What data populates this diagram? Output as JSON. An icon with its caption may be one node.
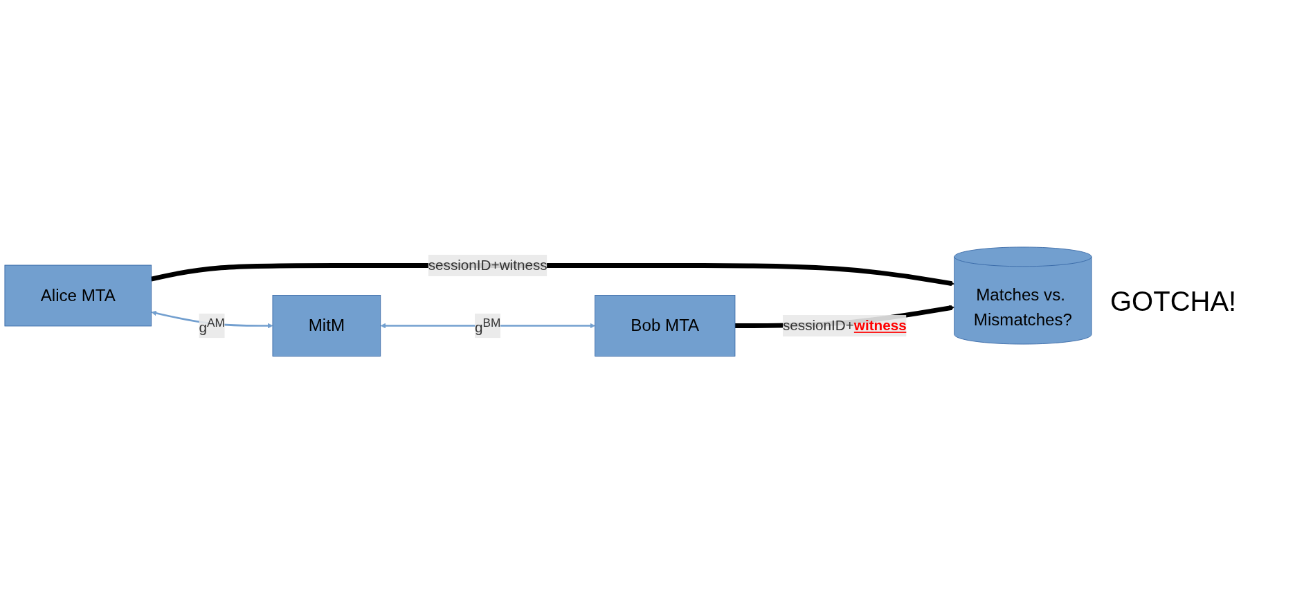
{
  "diagram": {
    "nodes": [
      {
        "text": [
          "Alice MTA"
        ]
      },
      {
        "text": [
          "MitM"
        ]
      },
      {
        "text": [
          "Bob MTA"
        ]
      },
      {
        "text": [
          "Matches vs. Mismatches?"
        ]
      }
    ],
    "edges": [
      {
        "from": 0,
        "to": 1,
        "arrow": "both",
        "label": "g$^{AM}$",
        "color": "#729fcf"
      },
      {
        "from": 1,
        "to": 2,
        "arrow": "both",
        "label": "g$^{BM}$",
        "color": "#729fcf"
      },
      {
        "from": 0,
        "to": 3,
        "arrow": "to",
        "label": "sessionID+witness",
        "style": "thick",
        "color": "#000000"
      },
      {
        "from": 2,
        "to": 3,
        "arrow": "to",
        "label": "sessionID+**witness**",
        "style": "thick",
        "color": "#000000"
      }
    ],
    "labels": [
      "GOTCHA!"
    ]
  }
}
